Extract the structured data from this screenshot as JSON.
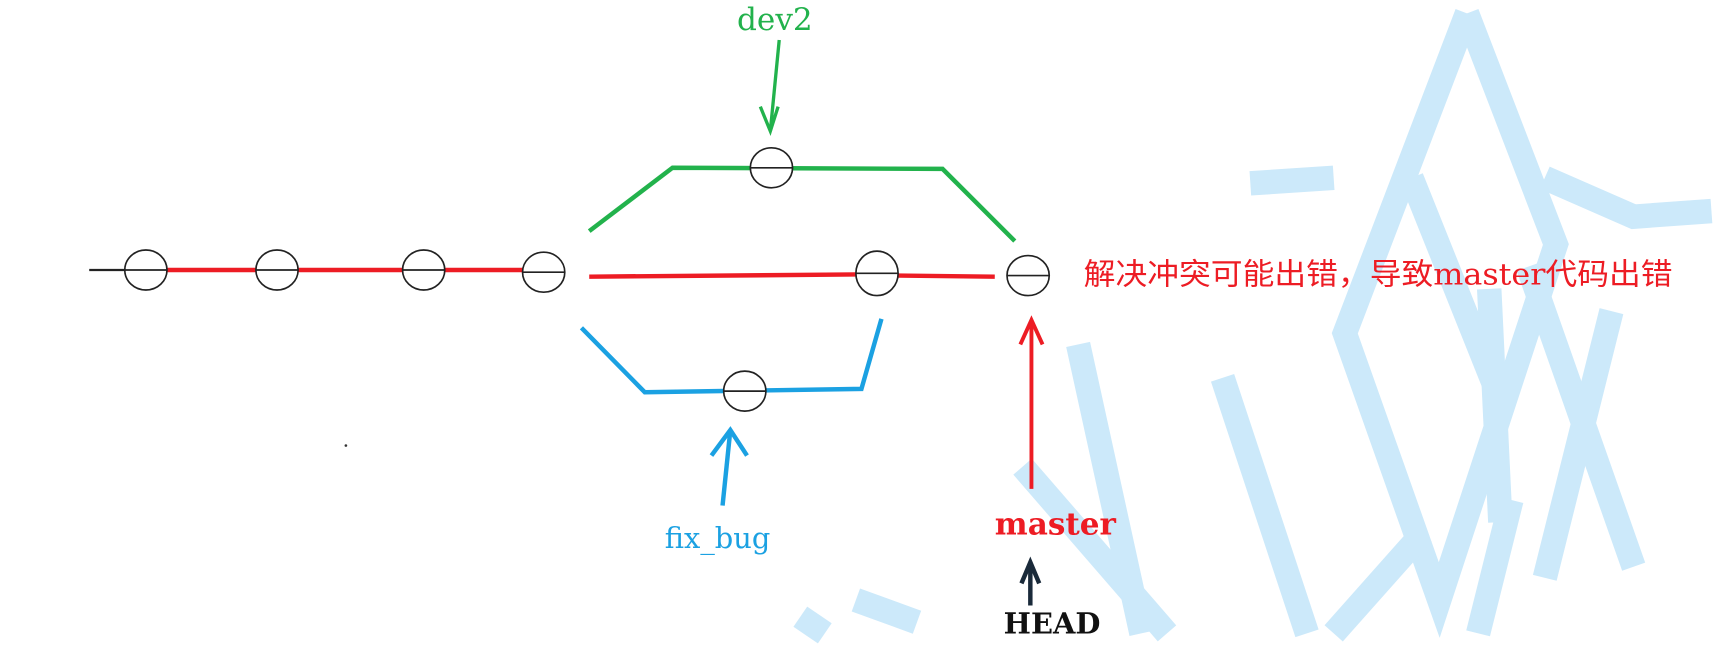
{
  "branches": {
    "dev2": {
      "label": "dev2",
      "color": "#22b24c"
    },
    "fix_bug": {
      "label": "fix_bug",
      "color": "#1ba1e2"
    },
    "master": {
      "label": "master",
      "color": "#ed1c24"
    },
    "head": {
      "label": "HEAD",
      "color": "#1a2a3a"
    }
  },
  "annotation": {
    "text": "解决冲突可能出错，导致master代码出错",
    "color": "#ed1c24"
  },
  "watermark": {
    "color": "#cce9fa"
  }
}
